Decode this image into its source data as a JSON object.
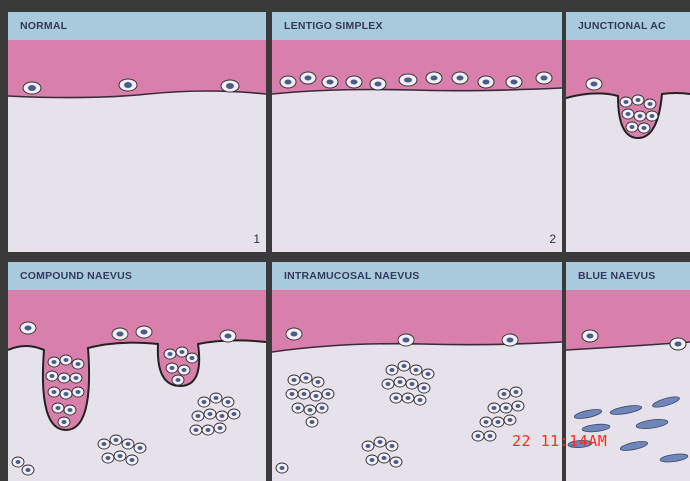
{
  "panels": [
    {
      "label": "NORMAL",
      "number": "1"
    },
    {
      "label": "LENTIGO SIMPLEX",
      "number": "2"
    },
    {
      "label": "JUNCTIONAL AC",
      "number": ""
    },
    {
      "label": "COMPOUND NAEVUS",
      "number": ""
    },
    {
      "label": "INTRAMUCOSAL NAEVUS",
      "number": ""
    },
    {
      "label": "BLUE NAEVUS",
      "number": ""
    }
  ],
  "timestamp": "22  11:14AM",
  "colors": {
    "header": "#a9c9dc",
    "epithelium": "#d97fab",
    "stroma": "#e6e1ea",
    "cell_nucleus": "#4c5c86",
    "timestamp": "#ff2b1c"
  }
}
